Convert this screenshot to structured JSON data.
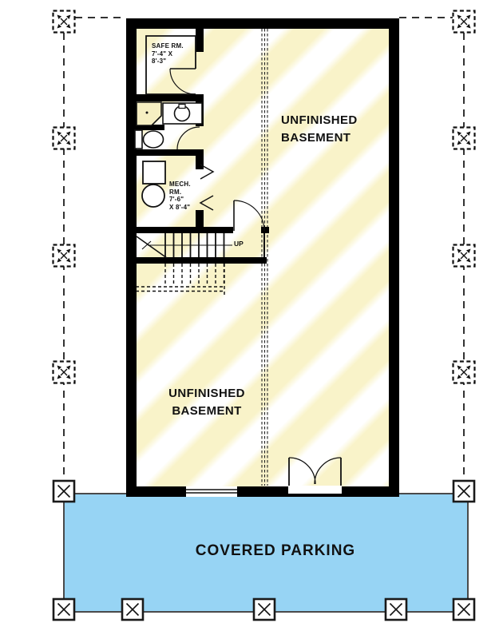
{
  "plan": {
    "labels": {
      "safe_room": "SAFE RM.\n7'-4\" X\n8'-3\"",
      "mech_room": "MECH.\nRM.\n7'-6\"\nX 8'-4\"",
      "basement_upper": "UNFINISHED\nBASEMENT",
      "basement_lower": "UNFINISHED\nBASEMENT",
      "stairs_direction": "UP",
      "parking": "COVERED PARKING"
    },
    "colors": {
      "hatch_yellow": "#F9F3C9",
      "parking_blue": "#97D4F4",
      "wall_black": "#000000",
      "line_dark": "#111111"
    },
    "symbols": {
      "column": "square-with-x",
      "column_above": "dashed-square-with-x-arrows",
      "beam_above": "triple-dashed-line"
    }
  }
}
